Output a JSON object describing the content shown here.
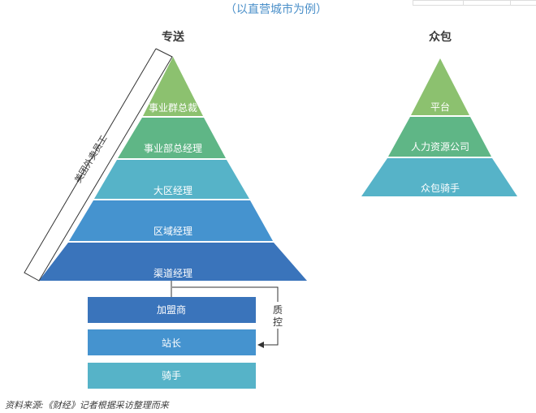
{
  "subtitle": "（以直营城市为例）",
  "left": {
    "title": "专送",
    "bracket_label": "美团外卖员工",
    "tiers": [
      {
        "label": "事业群总裁",
        "color": "#8cc16f"
      },
      {
        "label": "事业部总经理",
        "color": "#5fb686"
      },
      {
        "label": "大区经理",
        "color": "#56b3c8"
      },
      {
        "label": "区域经理",
        "color": "#4593cf"
      },
      {
        "label": "渠道经理",
        "color": "#3a74bb"
      }
    ],
    "boxes": [
      {
        "label": "加盟商",
        "color": "#3a74bb"
      },
      {
        "label": "站长",
        "color": "#4593cf"
      },
      {
        "label": "骑手",
        "color": "#56b3c8"
      }
    ],
    "control_label": "质控"
  },
  "right": {
    "title": "众包",
    "tiers": [
      {
        "label": "平台",
        "color": "#8cc16f"
      },
      {
        "label": "人力资源公司",
        "color": "#5fb686"
      },
      {
        "label": "众包骑手",
        "color": "#56b3c8"
      }
    ]
  },
  "source": "资料来源:《财经》记者根据采访整理而来"
}
